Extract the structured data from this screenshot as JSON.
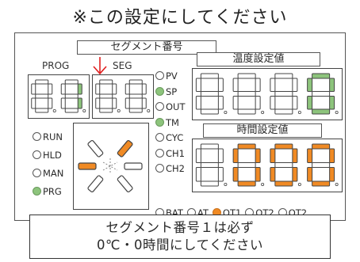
{
  "heading": "※この設定にしてください",
  "labels": {
    "segment_no": "セグメント番号",
    "prog": "PROG",
    "seg": "SEG",
    "temp_setting": "温度設定値",
    "time_setting": "時間設定値"
  },
  "status_leds": [
    {
      "label": "PV",
      "on": false
    },
    {
      "label": "SP",
      "on": true
    },
    {
      "label": "OUT",
      "on": false
    },
    {
      "label": "TM",
      "on": true
    },
    {
      "label": "CYC",
      "on": false
    },
    {
      "label": "CH1",
      "on": false
    },
    {
      "label": "CH2",
      "on": false
    }
  ],
  "mode_leds": [
    {
      "label": "RUN",
      "on": false
    },
    {
      "label": "HLD",
      "on": false
    },
    {
      "label": "MAN",
      "on": false
    },
    {
      "label": "PRG",
      "on": true
    }
  ],
  "output_leds": [
    {
      "label": "BAT",
      "on": false
    },
    {
      "label": "AT",
      "on": false
    },
    {
      "label": "OT1",
      "on": true
    },
    {
      "label": "OT2",
      "on": false
    },
    {
      "label": "OT2",
      "on": false
    }
  ],
  "displays": {
    "prog_digits": [
      "8",
      "1"
    ],
    "seg_digits": [
      "8",
      "8"
    ],
    "temp_digits": [
      "8",
      "8",
      "8",
      "0"
    ],
    "time_digits": [
      "8",
      "0",
      "0",
      "0"
    ]
  },
  "note": {
    "line1": "セグメント番号１は必ず",
    "line2": "0℃・0時間にしてください"
  },
  "colors": {
    "green": "#8dc47c",
    "orange": "#f08a24",
    "arrow": "#e02020",
    "outline": "#555555"
  }
}
